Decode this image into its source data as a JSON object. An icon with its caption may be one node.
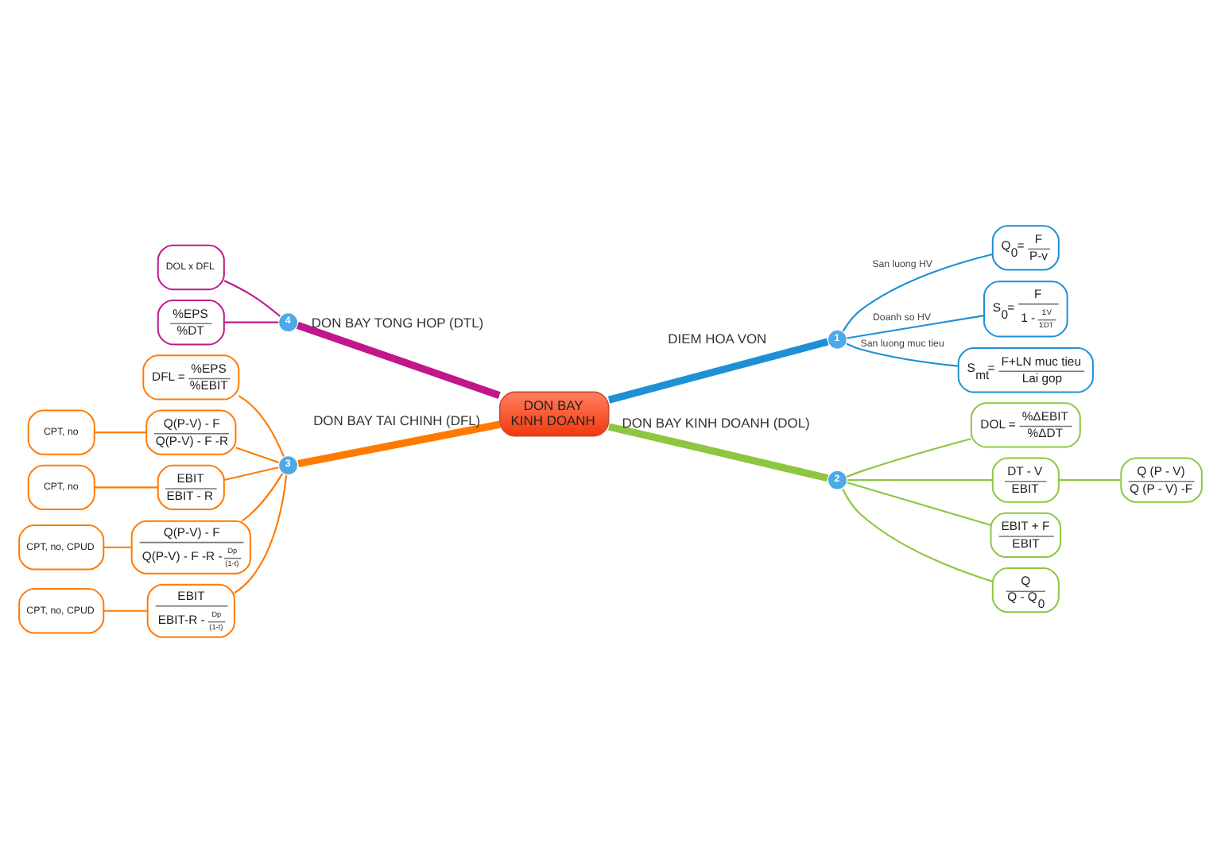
{
  "diagram": {
    "nodes": [
      {
        "text": [
          "DON BAY KINH DOANH"
        ]
      },
      {
        "text": [
          "1"
        ]
      },
      {
        "text": [
          "Q$_{0}$=",
          "F",
          "P-v"
        ]
      },
      {
        "text": [
          "S$_{0}$=",
          "F",
          "1 -",
          "ΣV",
          "ΣDT"
        ]
      },
      {
        "text": [
          "S$_{mt}$=",
          "F+LN muc tieu",
          "Lai gop"
        ]
      },
      {
        "text": [
          "2"
        ]
      },
      {
        "text": [
          "DOL =",
          "%ΔEBIT",
          "%ΔDT"
        ]
      },
      {
        "text": [
          "DT - V",
          "EBIT"
        ]
      },
      {
        "text": [
          "Q (P - V)",
          "Q (P - V) -F"
        ]
      },
      {
        "text": [
          "EBIT + F",
          "EBIT"
        ]
      },
      {
        "text": [
          "Q",
          "Q - Q$_{0}$"
        ]
      },
      {
        "text": [
          "4"
        ]
      },
      {
        "text": [
          "DOL x DFL"
        ]
      },
      {
        "text": [
          "%EPS",
          "%DT"
        ]
      },
      {
        "text": [
          "3"
        ]
      },
      {
        "text": [
          "DFL =",
          "%EPS",
          "%EBIT"
        ]
      },
      {
        "text": [
          "Q(P-V) - F",
          "Q(P-V) - F -R"
        ]
      },
      {
        "text": [
          "CPT, no"
        ]
      },
      {
        "text": [
          "EBIT",
          "EBIT - R"
        ]
      },
      {
        "text": [
          "CPT, no"
        ]
      },
      {
        "text": [
          "Q(P-V) - F",
          "Q(P-V) - F -R -",
          "Dp",
          "(1-t)"
        ]
      },
      {
        "text": [
          "CPT, no, CPUD"
        ]
      },
      {
        "text": [
          "EBIT",
          "EBIT-R -",
          "Dp",
          "(1-t)"
        ]
      },
      {
        "text": [
          "CPT, no, CPUD"
        ]
      }
    ],
    "edges": [
      {
        "from": 0,
        "to": 1,
        "arrow": "none",
        "label": "DIEM HOA VON",
        "style": "thick",
        "color": "#1f8fd6"
      },
      {
        "from": 1,
        "to": 2,
        "arrow": "none",
        "label": "San luong HV",
        "color": "#1f8fd6"
      },
      {
        "from": 1,
        "to": 3,
        "arrow": "none",
        "label": "Doanh so HV",
        "color": "#1f8fd6"
      },
      {
        "from": 1,
        "to": 4,
        "arrow": "none",
        "label": "San luong muc tieu",
        "color": "#1f8fd6"
      },
      {
        "from": 0,
        "to": 5,
        "arrow": "none",
        "label": "DON BAY KINH DOANH (DOL)",
        "style": "thick",
        "color": "#8dc63f"
      },
      {
        "from": 5,
        "to": 6,
        "arrow": "none",
        "color": "#8dc63f"
      },
      {
        "from": 5,
        "to": 7,
        "arrow": "none",
        "color": "#8dc63f"
      },
      {
        "from": 7,
        "to": 8,
        "arrow": "none",
        "color": "#8dc63f"
      },
      {
        "from": 5,
        "to": 9,
        "arrow": "none",
        "color": "#8dc63f"
      },
      {
        "from": 5,
        "to": 10,
        "arrow": "none",
        "color": "#8dc63f"
      },
      {
        "from": 11,
        "to": 0,
        "arrow": "none",
        "label": "DON BAY TONG HOP (DTL)",
        "style": "thick",
        "color": "#c0188a"
      },
      {
        "from": 12,
        "to": 11,
        "arrow": "none",
        "color": "#c0188a"
      },
      {
        "from": 13,
        "to": 11,
        "arrow": "none",
        "color": "#c0188a"
      },
      {
        "from": 14,
        "to": 0,
        "arrow": "none",
        "label": "DON BAY TAI CHINH (DFL)",
        "style": "thick"
      },
      {
        "from": 15,
        "to": 14,
        "arrow": "none"
      },
      {
        "from": 16,
        "to": 14,
        "arrow": "none"
      },
      {
        "from": 17,
        "to": 16,
        "arrow": "none"
      },
      {
        "from": 18,
        "to": 14,
        "arrow": "none"
      },
      {
        "from": 19,
        "to": 18,
        "arrow": "none"
      },
      {
        "from": 20,
        "to": 14,
        "arrow": "none"
      },
      {
        "from": 21,
        "to": 20,
        "arrow": "none"
      },
      {
        "from": 22,
        "to": 14,
        "arrow": "none"
      },
      {
        "from": 23,
        "to": 22,
        "arrow": "none"
      }
    ]
  }
}
